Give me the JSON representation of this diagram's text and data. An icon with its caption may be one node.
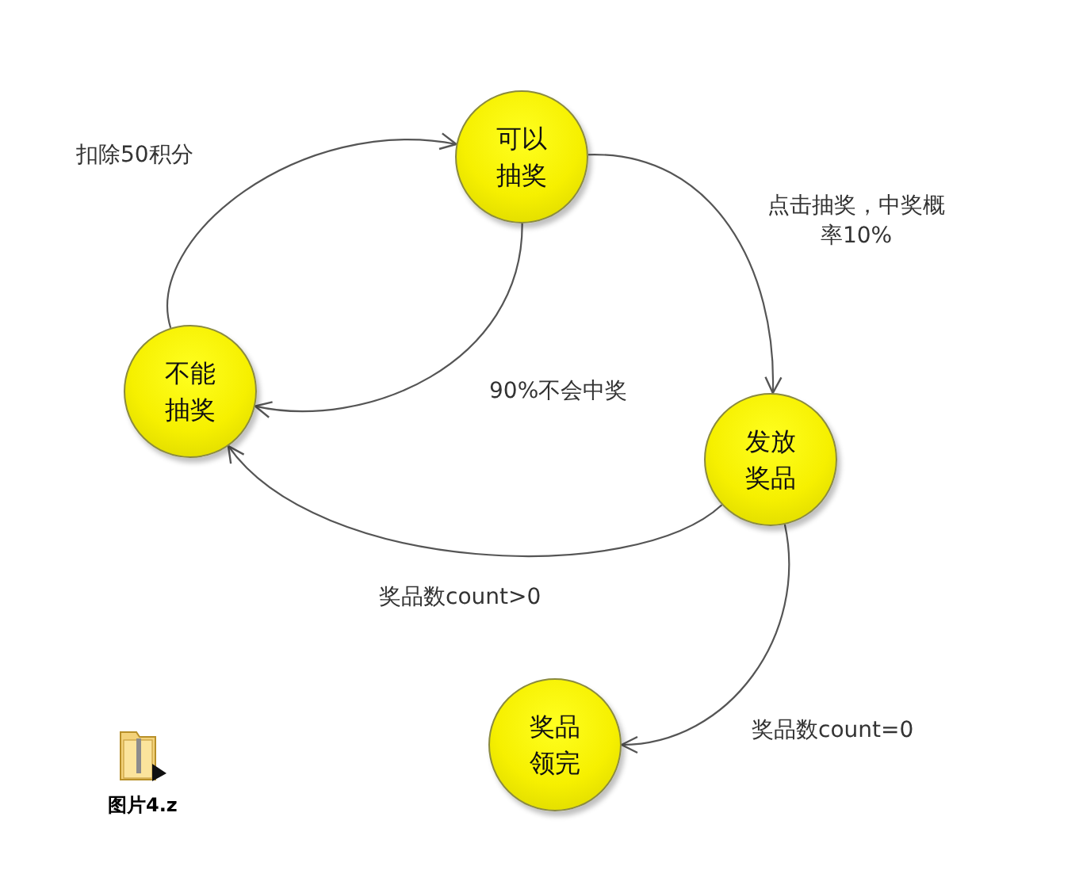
{
  "diagram": {
    "nodes": [
      {
        "text": [
          "可以抽奖"
        ]
      },
      {
        "text": [
          "不能抽奖"
        ]
      },
      {
        "text": [
          "发放奖品"
        ]
      },
      {
        "text": [
          "奖品领完"
        ]
      }
    ],
    "edges": [
      {
        "from": 1,
        "to": 0,
        "arrow": "to",
        "label": "扣除50积分"
      },
      {
        "from": 0,
        "to": 2,
        "arrow": "to",
        "label": "点击抽奖，中奖概率10%"
      },
      {
        "from": 0,
        "to": 1,
        "arrow": "to",
        "label": "90%不会中奖"
      },
      {
        "from": 2,
        "to": 1,
        "arrow": "to",
        "label": "奖品数count>0"
      },
      {
        "from": 2,
        "to": 3,
        "arrow": "to",
        "label": "奖品数count=0"
      }
    ],
    "labels": [
      "图片4.z"
    ]
  }
}
